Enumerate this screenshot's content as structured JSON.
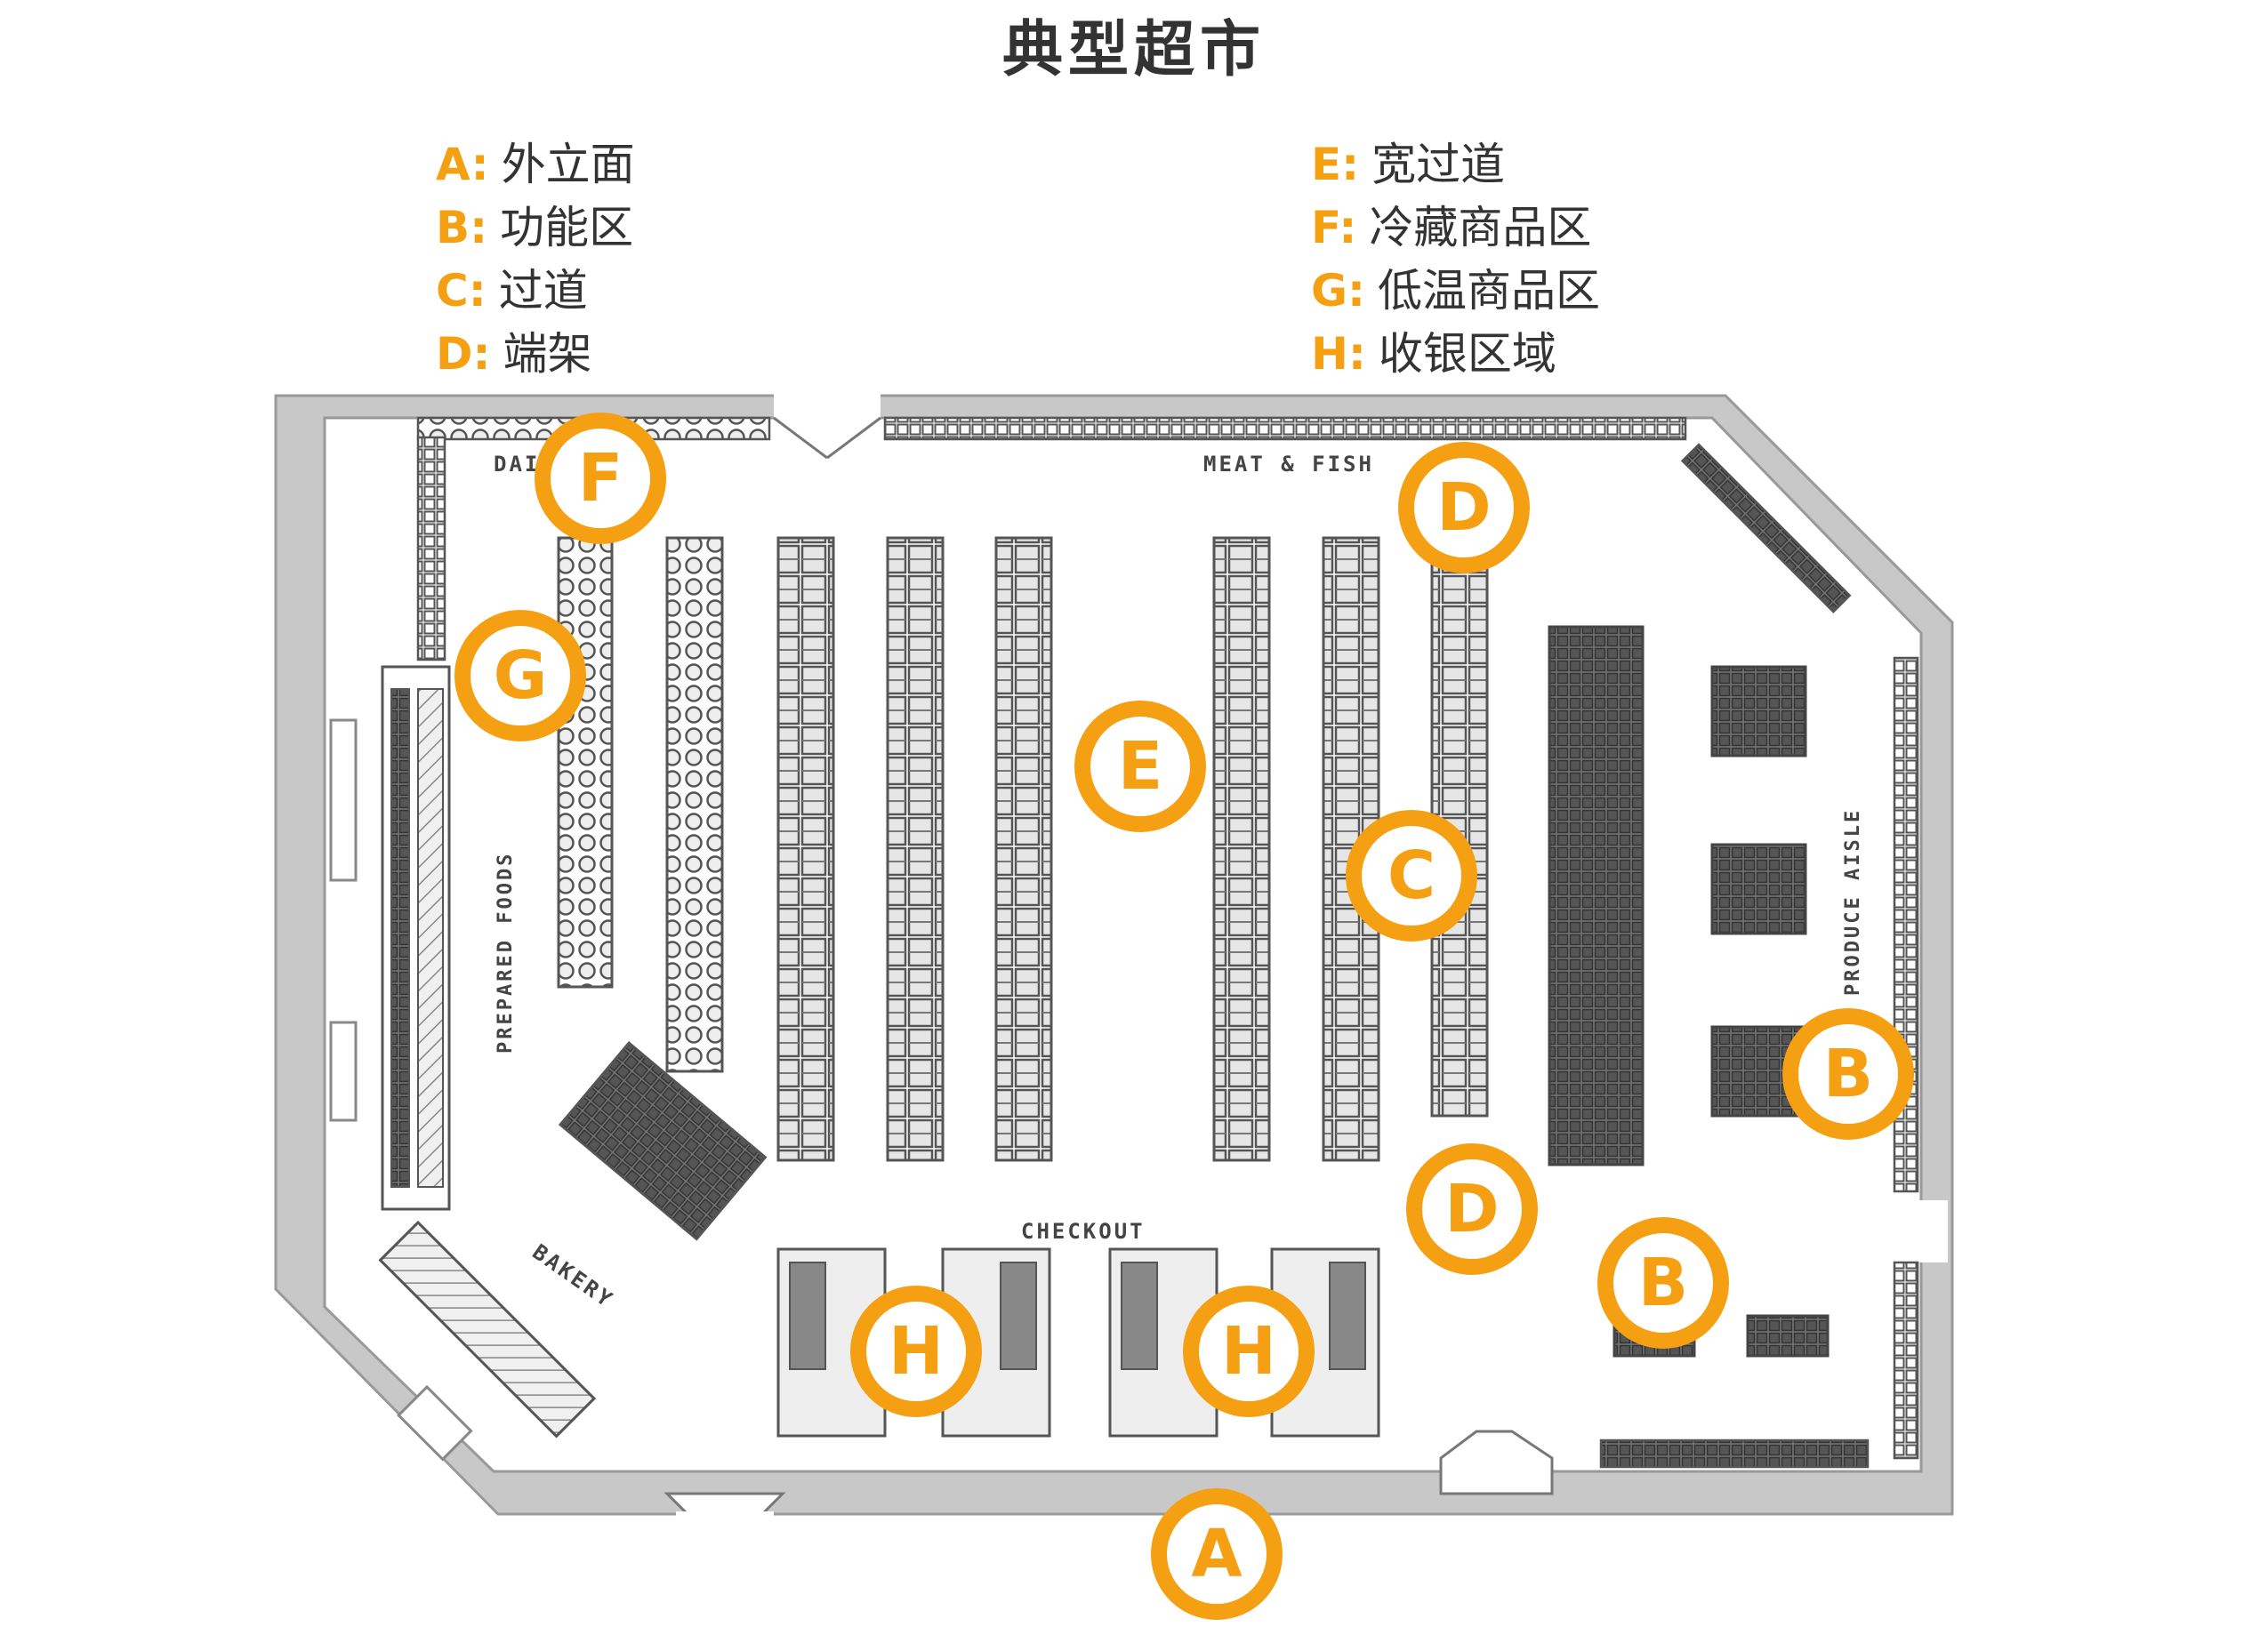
{
  "title": "典型超市",
  "legend_left": [
    {
      "key": "A:",
      "label": "外立面"
    },
    {
      "key": "B:",
      "label": "功能区"
    },
    {
      "key": "C:",
      "label": "过道"
    },
    {
      "key": "D:",
      "label": "端架"
    }
  ],
  "legend_right": [
    {
      "key": "E:",
      "label": "宽过道"
    },
    {
      "key": "F:",
      "label": "冷藏商品区"
    },
    {
      "key": "G:",
      "label": "低温商品区"
    },
    {
      "key": "H:",
      "label": "收银区域"
    }
  ],
  "sections": {
    "dairy": "DAIRY",
    "meat_fish": "MEAT & FISH",
    "prepared_foods": "PREPARED FOODS",
    "produce_aisle": "PRODUCE AISLE",
    "bakery": "BAKERY",
    "checkout": "CHECKOUT"
  },
  "markers": {
    "a": "A",
    "b1": "B",
    "b2": "B",
    "c": "C",
    "d1": "D",
    "d2": "D",
    "e": "E",
    "f": "F",
    "g": "G",
    "h1": "H",
    "h2": "H"
  },
  "colors": {
    "accent": "#F5A012",
    "wall": "#c8c8c8",
    "fixture": "#555555"
  }
}
